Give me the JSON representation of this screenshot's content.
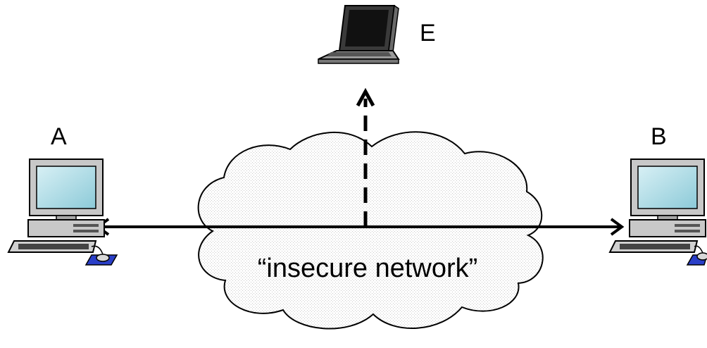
{
  "nodes": {
    "alice": {
      "label": "A",
      "device": "desktop-computer-icon"
    },
    "bob": {
      "label": "B",
      "device": "desktop-computer-icon"
    },
    "eve": {
      "label": "E",
      "device": "laptop-icon"
    }
  },
  "network": {
    "label": "“insecure network”",
    "shape": "cloud",
    "fill_pattern": "light-gray-dots"
  },
  "links": [
    {
      "from": "A",
      "to": "B",
      "style": "solid",
      "arrows": "both"
    },
    {
      "from": "network",
      "to": "E",
      "style": "dashed",
      "arrows": "end"
    }
  ],
  "colors": {
    "screen": "#a9dbe6",
    "case": "#c8c8c8",
    "mousepad": "#2a3fc8",
    "line": "#000000"
  }
}
